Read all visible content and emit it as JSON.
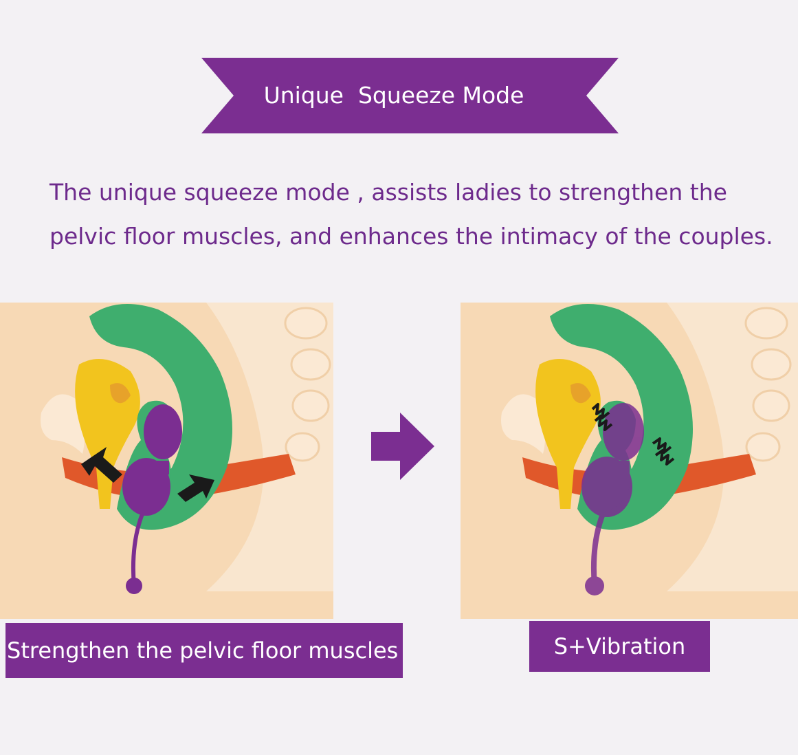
{
  "banner": {
    "title": "Unique  Squeeze Mode"
  },
  "headline": {
    "line1": "The unique squeeze mode , assists ladies to strengthen the",
    "line2": "pelvic floor muscles, and enhances the intimacy of the couples."
  },
  "captions": {
    "left": "Strengthen the pelvic floor muscles",
    "right": "S+Vibration"
  },
  "colors": {
    "accent_purple": "#7b2e91",
    "text_purple": "#6d2a8c",
    "background": "#f3f1f4",
    "skin": "#f7d9b5",
    "muscle_green": "#3fae6e",
    "bladder_yellow": "#f2c41e",
    "muscle_red": "#e0582a"
  },
  "icons": {
    "banner": "ribbon-banner",
    "arrow": "arrow-right-icon",
    "squeeze_arrows": "arrow-icon",
    "vibration": "vibration-wave-icon"
  }
}
